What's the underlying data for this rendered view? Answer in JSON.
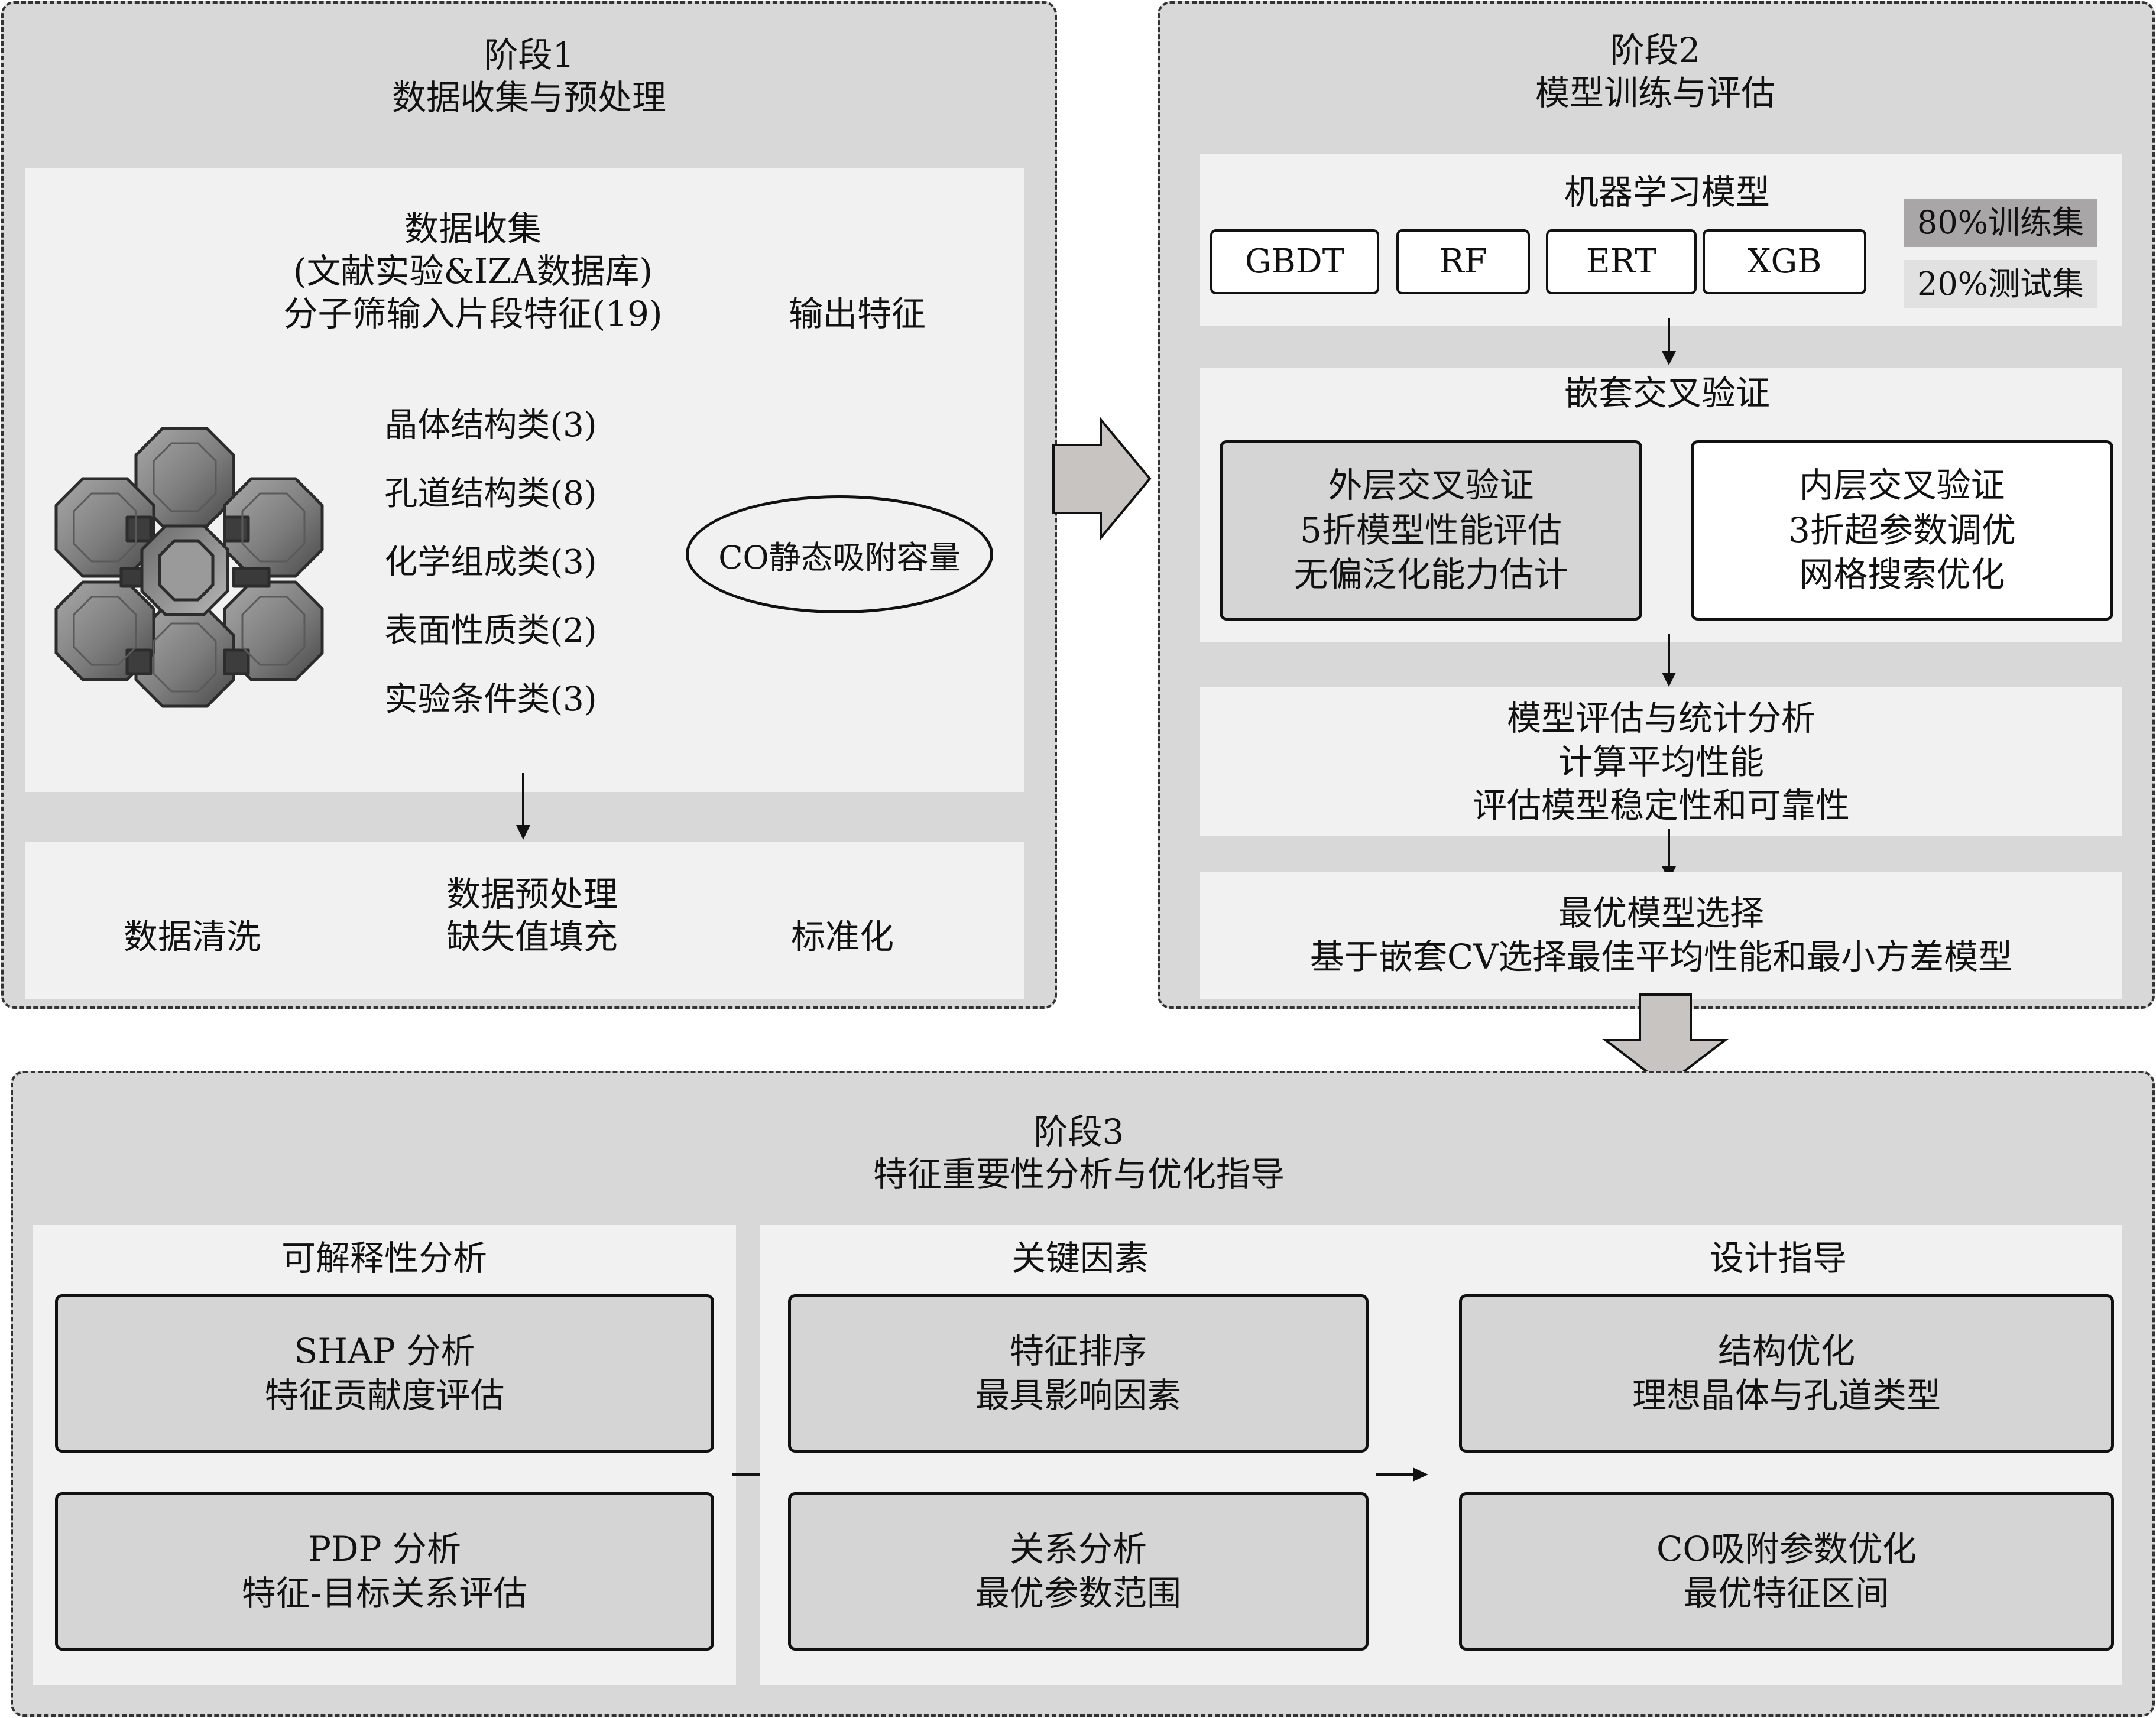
{
  "stage1": {
    "title_line1": "阶段1",
    "title_line2": "数据收集与预处理",
    "collection": {
      "line1": "数据收集",
      "line2": "(文献实验&IZA数据库)",
      "line3": "分子筛输入片段特征(19)",
      "output_label": "输出特征",
      "features": [
        "晶体结构类(3)",
        "孔道结构类(8)",
        "化学组成类(3)",
        "表面性质类(2)",
        "实验条件类(3)"
      ],
      "target": "CO静态吸附容量"
    },
    "preprocess": {
      "title": "数据预处理",
      "left": "数据清洗",
      "center": "缺失值填充",
      "right": "标准化"
    }
  },
  "stage2": {
    "title_line1": "阶段2",
    "title_line2": "模型训练与评估",
    "models": {
      "title": "机器学习模型",
      "items": [
        "GBDT",
        "RF",
        "ERT",
        "XGB"
      ],
      "train_split": "80%训练集",
      "test_split": "20%测试集"
    },
    "nested_cv": {
      "title": "嵌套交叉验证",
      "outer": [
        "外层交叉验证",
        "5折模型性能评估",
        "无偏泛化能力估计"
      ],
      "inner": [
        "内层交叉验证",
        "3折超参数调优",
        "网格搜索优化"
      ]
    },
    "evaluation": [
      "模型评估与统计分析",
      "计算平均性能",
      "评估模型稳定性和可靠性"
    ],
    "selection": [
      "最优模型选择",
      "基于嵌套CV选择最佳平均性能和最小方差模型"
    ]
  },
  "stage3": {
    "title_line1": "阶段3",
    "title_line2": "特征重要性分析与优化指导",
    "columns": [
      {
        "title": "可解释性分析",
        "boxes": [
          [
            "SHAP 分析",
            "特征贡献度评估"
          ],
          [
            "PDP 分析",
            "特征-目标关系评估"
          ]
        ]
      },
      {
        "title": "关键因素",
        "boxes": [
          [
            "特征排序",
            "最具影响因素"
          ],
          [
            "关系分析",
            "最优参数范围"
          ]
        ]
      },
      {
        "title": "设计指导",
        "boxes": [
          [
            "结构优化",
            "理想晶体与孔道类型"
          ],
          [
            "CO吸附参数优化",
            "最优特征区间"
          ]
        ]
      }
    ]
  },
  "colors": {
    "stage_bg": "#d9d8d8",
    "panel_bg": "#f2f1f1",
    "grey_box": "#d6d5d5",
    "arrow_fill": "#c8c4c2",
    "border": "#111111"
  }
}
